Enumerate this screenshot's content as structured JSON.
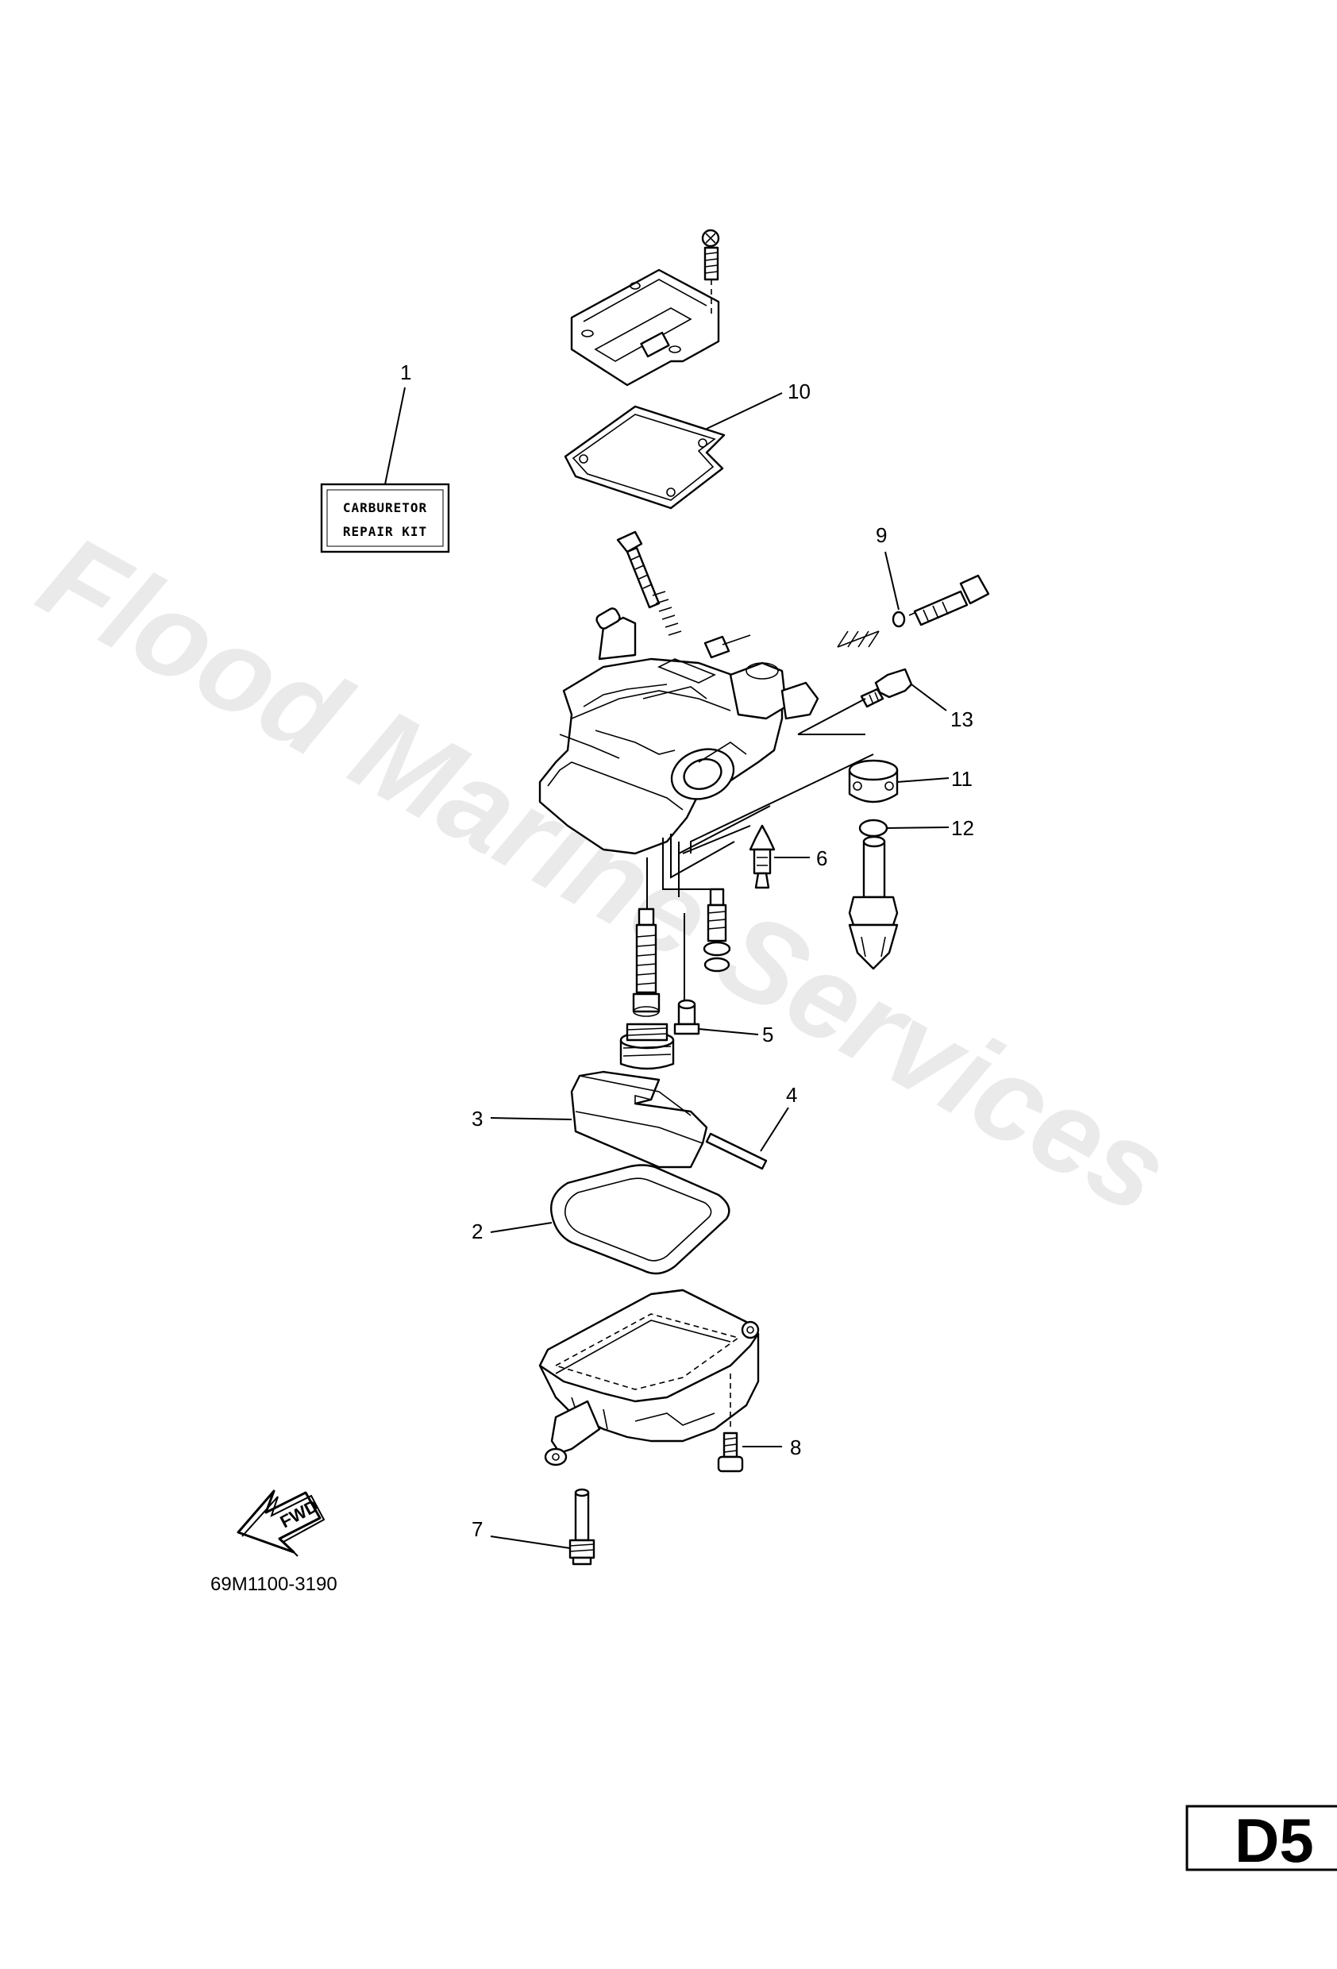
{
  "watermark": "Flood Marine Services",
  "kit_label": {
    "line1": "CARBURETOR",
    "line2": "REPAIR KIT"
  },
  "callouts": {
    "c1": "1",
    "c2": "2",
    "c3": "3",
    "c4": "4",
    "c5": "5",
    "c6": "6",
    "c7": "7",
    "c8": "8",
    "c9": "9",
    "c10": "10",
    "c11": "11",
    "c12": "12",
    "c13": "13"
  },
  "fwd_label": "FWD",
  "drawing_code": "69M1100-3190",
  "page_code": "D5"
}
